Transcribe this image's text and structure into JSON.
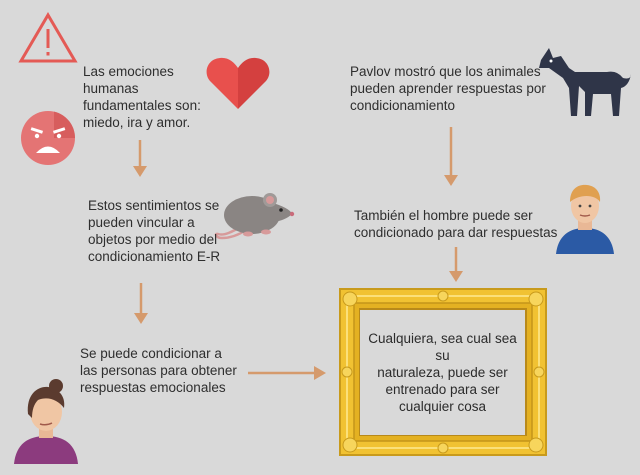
{
  "texts": {
    "emotions": "Las emociones\nhumanas\nfundamentales son:\nmiedo, ira y amor.",
    "feelings": "Estos sentimientos se\npueden vincular a\nobjetos por medio del\ncondicionamiento E-R",
    "people": "Se puede condicionar a\nlas personas para obtener\nrespuestas emocionales",
    "pavlov": "Pavlov mostró que los animales\npueden aprender respuestas por\ncondicionamiento",
    "man": "También el hombre puede ser\ncondicionado para dar respuestas",
    "frame": "Cualquiera, sea cual sea su\nnaturaleza, puede ser\nentrenado para ser\ncualquier cosa"
  },
  "icons": {
    "warning": "warning-icon",
    "heart": "heart-icon",
    "angry_face": "angry-face-icon",
    "mouse": "mouse-icon",
    "woman": "woman-avatar-icon",
    "dog": "dog-icon",
    "man": "man-avatar-icon",
    "frame": "golden-frame"
  },
  "colors": {
    "background": "#d9d9d9",
    "arrow": "#d59a6c",
    "warning": "#e45a55",
    "heart": "#e8504d",
    "frame_gold": "#f1c232",
    "man_shirt": "#2b5aa5",
    "woman_shirt": "#8c3b7e",
    "dog": "#2f3548",
    "mouse": "#8a8583"
  }
}
